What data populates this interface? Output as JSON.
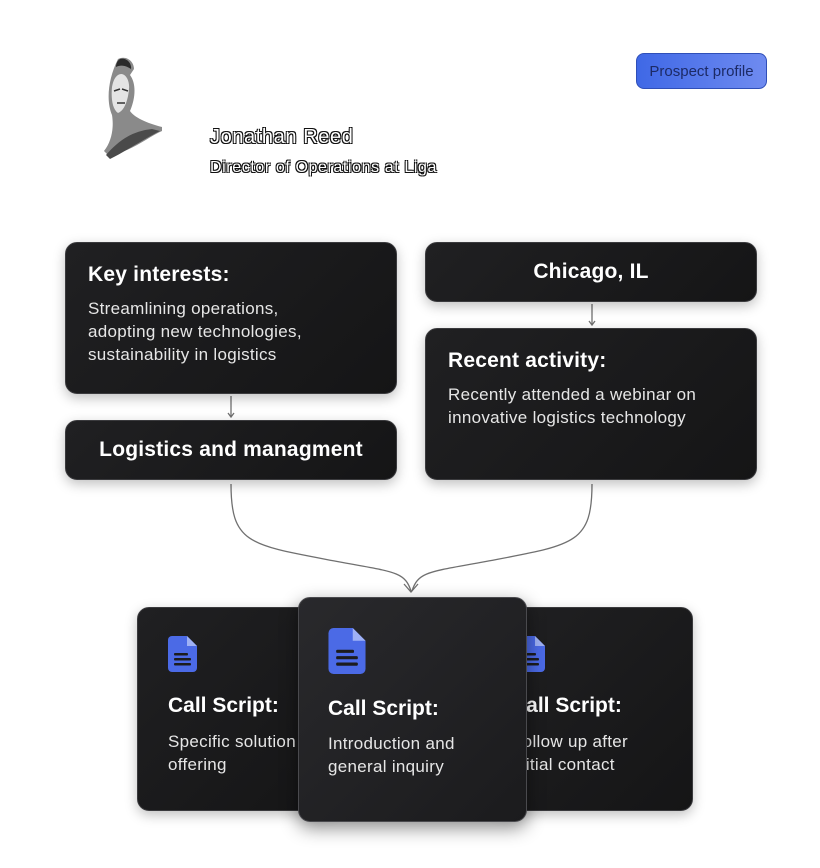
{
  "badge": {
    "label": "Prospect profile"
  },
  "profile": {
    "name": "Jonathan Reed",
    "title": "Director of Operations at Liga",
    "avatar_icon": "person-portrait-icon"
  },
  "cards": {
    "key_interests": {
      "title": "Key interests:",
      "text_lines": [
        "Streamlining operations,",
        "adopting new technologies,",
        "sustainability in logistics"
      ]
    },
    "industry": {
      "title": "Logistics and managment"
    },
    "location": {
      "title": "Chicago, IL"
    },
    "recent_activity": {
      "title": "Recent activity:",
      "text_lines": [
        "Recently attended a webinar on",
        "innovative logistics technology"
      ]
    }
  },
  "scripts": [
    {
      "title": "Call Script:",
      "text_lines": [
        "Specific solution",
        "offering"
      ],
      "icon": "document-icon"
    },
    {
      "title": "Call Script:",
      "text_lines": [
        "Introduction and",
        "general inquiry"
      ],
      "icon": "document-icon"
    },
    {
      "title": "Call Script:",
      "text_lines": [
        "Follow up after",
        "initial contact"
      ],
      "icon": "document-icon"
    }
  ],
  "colors": {
    "card_bg": "#1c1c1e",
    "accent_blue": "#4b6ae6",
    "badge_gradient_start": "#3f68e6",
    "badge_gradient_end": "#6f8bf0",
    "connector": "#6e6e6e"
  }
}
